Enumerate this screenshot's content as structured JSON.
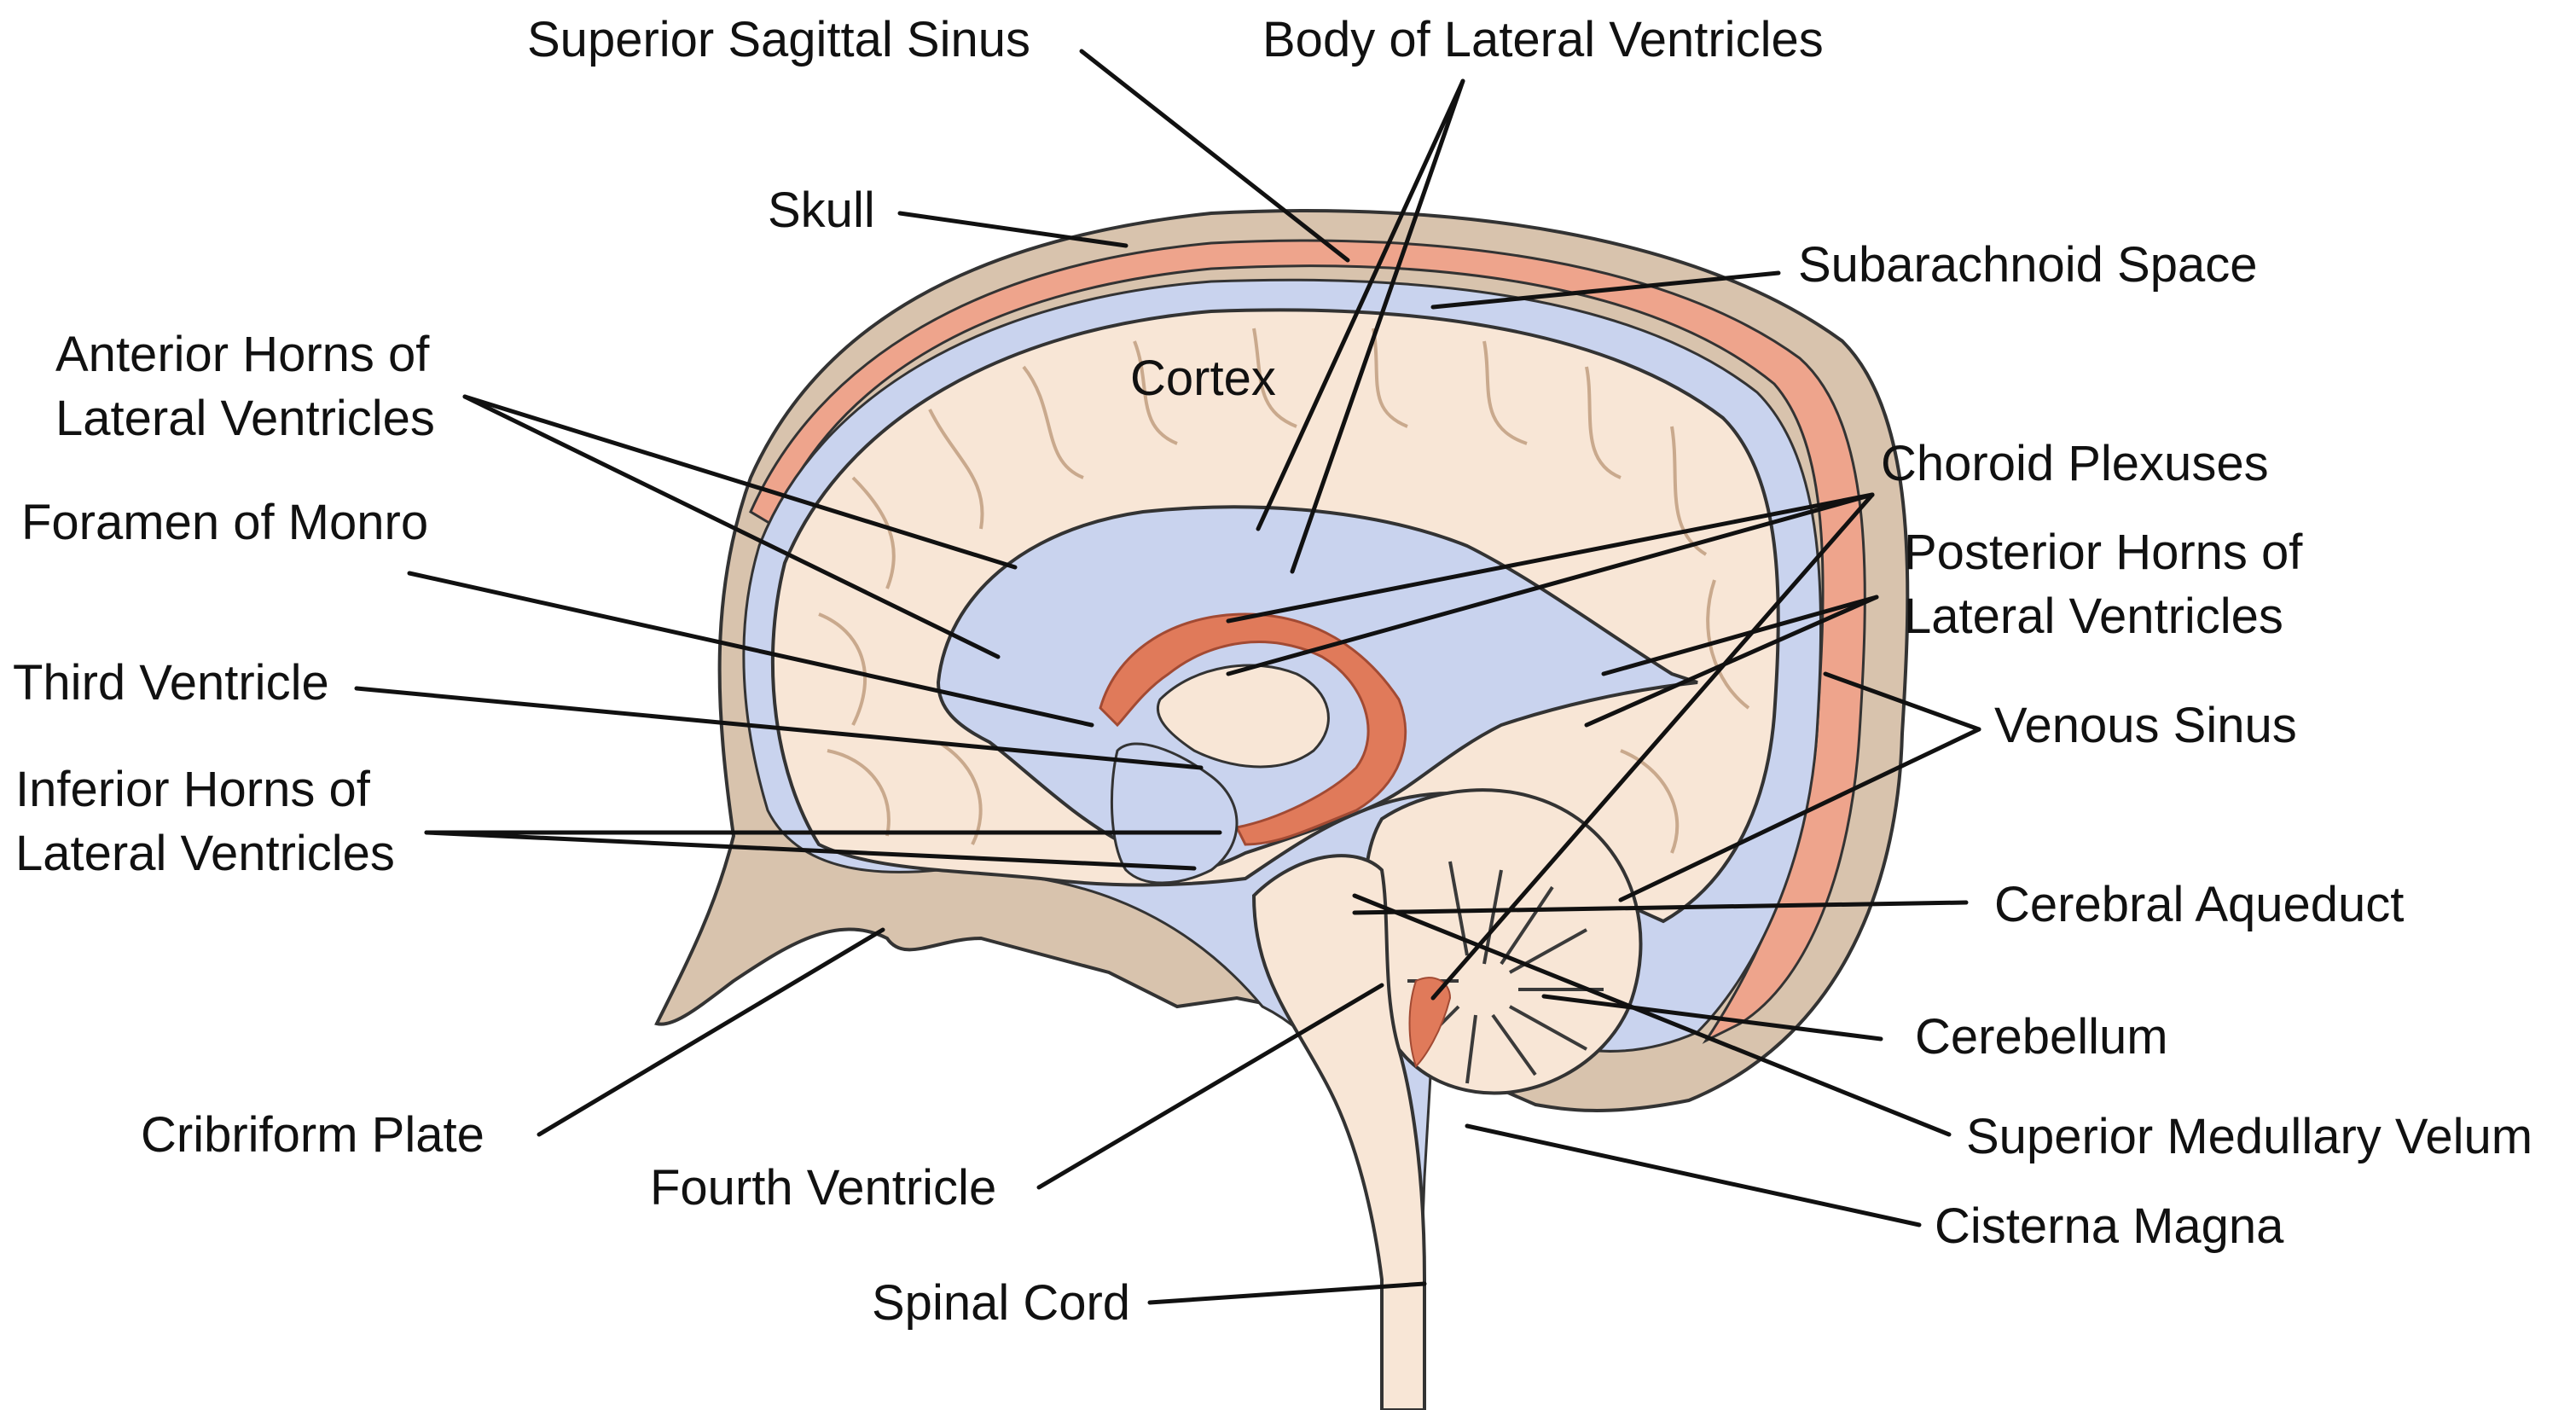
{
  "labels": {
    "superior_sagittal_sinus": "Superior Sagittal Sinus",
    "body_of_lateral_ventricles": "Body of Lateral Ventricles",
    "skull": "Skull",
    "subarachnoid_space": "Subarachnoid Space",
    "anterior_horns_line1": "Anterior Horns of",
    "anterior_horns_line2": "Lateral Ventricles",
    "cortex": "Cortex",
    "choroid_plexuses": "Choroid Plexuses",
    "foramen_of_monro": "Foramen of Monro",
    "posterior_horns_line1": "Posterior Horns of",
    "posterior_horns_line2": "Lateral Ventricles",
    "third_ventricle": "Third Ventricle",
    "venous_sinus": "Venous Sinus",
    "inferior_horns_line1": "Inferior Horns of",
    "inferior_horns_line2": "Lateral Ventricles",
    "cerebral_aqueduct": "Cerebral Aqueduct",
    "cerebellum": "Cerebellum",
    "cribriform_plate": "Cribriform Plate",
    "superior_medullary_velum": "Superior Medullary Velum",
    "fourth_ventricle": "Fourth Ventricle",
    "cisterna_magna": "Cisterna Magna",
    "spinal_cord": "Spinal Cord"
  },
  "colors": {
    "skull": "#d8c3ad",
    "csf": "#c9d3ee",
    "brain": "#f8e6d6",
    "choroid_plexus": "#e07a5a",
    "venous_sinus": "#eea48c",
    "outline": "#333333"
  }
}
